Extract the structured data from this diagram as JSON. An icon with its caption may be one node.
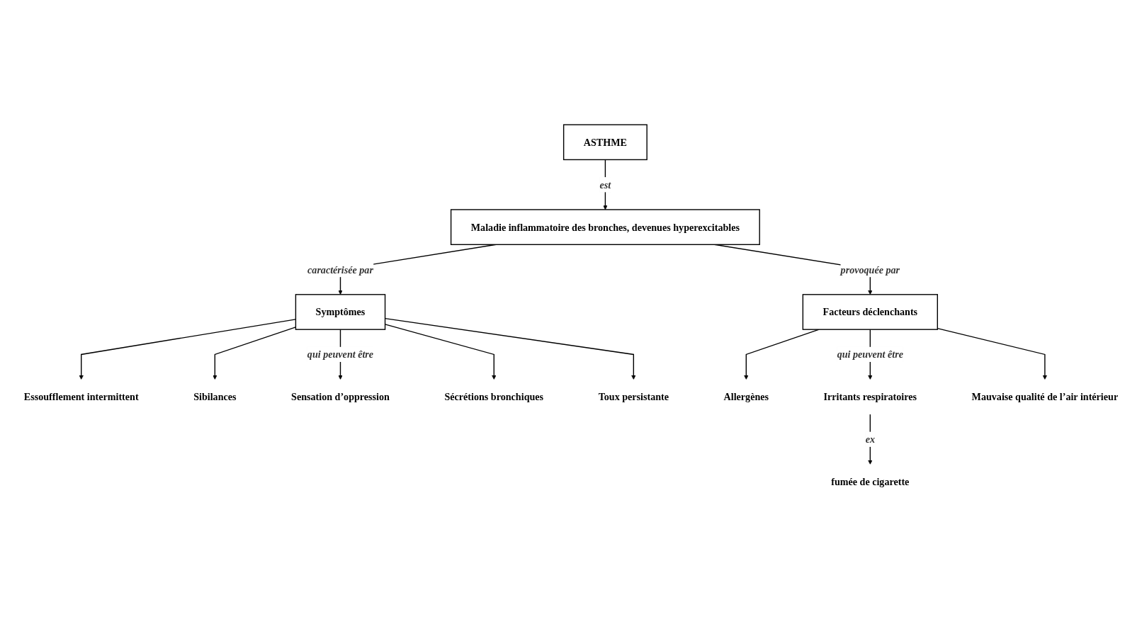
{
  "diagram": {
    "nodes": [
      {
        "text": [
          "ASTHME"
        ]
      },
      {
        "text": [
          "Maladie inflammatoire des bronches, devenues hyperexcitables"
        ]
      },
      {
        "text": [
          "Symptômes"
        ]
      },
      {
        "text": [
          "Facteurs déclenchants"
        ]
      },
      {
        "text": [
          "Essoufflement intermittent"
        ]
      },
      {
        "text": [
          "Sibilances"
        ]
      },
      {
        "text": [
          "Sensation d’oppression"
        ]
      },
      {
        "text": [
          "Sécrétions bronchiques"
        ]
      },
      {
        "text": [
          "Toux persistante"
        ]
      },
      {
        "text": [
          "Allergènes"
        ]
      },
      {
        "text": [
          "Irritants respiratoires"
        ]
      },
      {
        "text": [
          "Mauvaise qualité de l’air intérieur"
        ]
      },
      {
        "text": [
          "fumée de cigarette"
        ]
      }
    ],
    "edges": [
      {
        "from": 0,
        "to": 1,
        "arrow": "to",
        "label": "est"
      },
      {
        "from": 1,
        "to": 2,
        "arrow": "to",
        "label": "caractérisée par"
      },
      {
        "from": 1,
        "to": 3,
        "arrow": "to",
        "label": "provoquée par"
      },
      {
        "from": 2,
        "to": 4,
        "arrow": "to"
      },
      {
        "from": 2,
        "to": 5,
        "arrow": "to"
      },
      {
        "from": 2,
        "to": 6,
        "arrow": "to",
        "label": "qui peuvent être"
      },
      {
        "from": 2,
        "to": 7,
        "arrow": "to"
      },
      {
        "from": 2,
        "to": 8,
        "arrow": "to"
      },
      {
        "from": 3,
        "to": 9,
        "arrow": "to"
      },
      {
        "from": 3,
        "to": 10,
        "arrow": "to",
        "label": "qui peuvent être"
      },
      {
        "from": 3,
        "to": 11,
        "arrow": "to"
      },
      {
        "from": 10,
        "to": 12,
        "arrow": "to",
        "label": "ex"
      }
    ]
  }
}
